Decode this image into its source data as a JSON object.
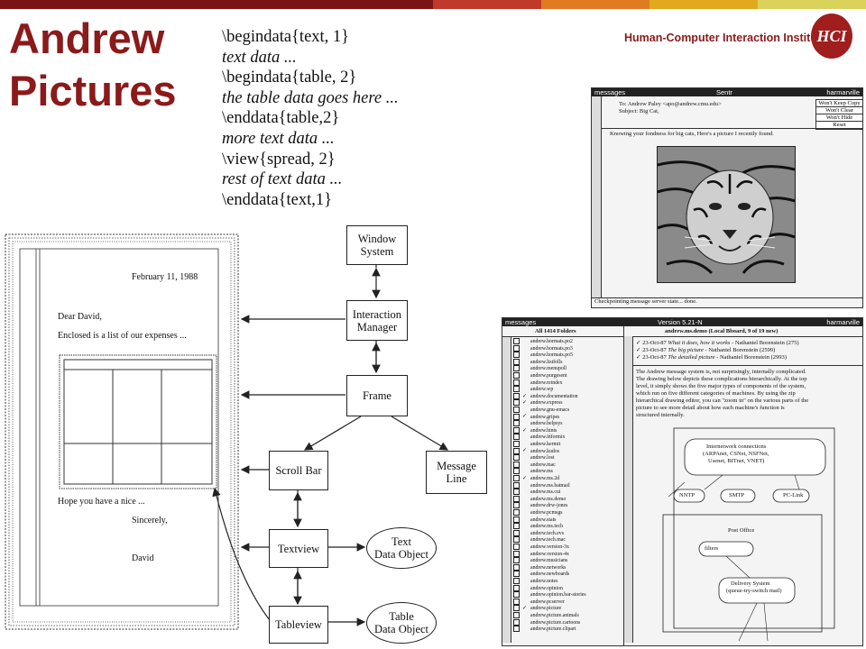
{
  "slide": {
    "title_line1": "Andrew",
    "title_line2": "Pictures",
    "institute": "Human-Computer Interaction Institute",
    "logo_text": "HCI",
    "topbar_colors": [
      "#7a1515",
      "#c0392b",
      "#e07b22",
      "#e3a91e",
      "#d9d35b"
    ]
  },
  "code_lines": [
    {
      "text": "\\begindata{text, 1}",
      "italic": false
    },
    {
      "text": "text data ...",
      "italic": true
    },
    {
      "text": "\\begindata{table, 2}",
      "italic": false
    },
    {
      "text": "the table data goes here ...",
      "italic": true
    },
    {
      "text": "\\enddata{table,2}",
      "italic": false
    },
    {
      "text": "more text data ...",
      "italic": true
    },
    {
      "text": "\\view{spread, 2}",
      "italic": false
    },
    {
      "text": "rest of text data ...",
      "italic": true
    },
    {
      "text": "\\enddata{text,1}",
      "italic": false
    }
  ],
  "letter": {
    "date": "February 11, 1988",
    "salutation": "Dear David,",
    "line1": "Enclosed is a list of our expenses ...",
    "closing1": "Hope you have a nice ...",
    "closing2": "Sincerely,",
    "signature": "David"
  },
  "diagram": {
    "window_system_l1": "Window",
    "window_system_l2": "System",
    "interaction_manager_l1": "Interaction",
    "interaction_manager_l2": "Manager",
    "frame": "Frame",
    "scroll_bar": "Scroll Bar",
    "message_line_l1": "Message",
    "message_line_l2": "Line",
    "textview": "Textview",
    "text_data_object_l1": "Text",
    "text_data_object_l2": "Data Object",
    "tableview": "Tableview",
    "table_data_object_l1": "Table",
    "table_data_object_l2": "Data Object"
  },
  "tiger_window": {
    "menubar_left": "messages",
    "menubar_center": "Sentr",
    "menubar_right": "harmarville",
    "to_line": "To: Andrew Paley <apo@andrew.cmu.edu>",
    "subject_line": "Subject: Big Cat,",
    "buttons": [
      "Won't Keep Copy",
      "Won't Clear",
      "Won't Hide",
      "Reset"
    ],
    "body_text": "Knowing your fondness for big cats, Here's a picture I recently found.",
    "status": "Checkpointing message server state... done."
  },
  "message_window": {
    "menubar_left": "messages",
    "menubar_center": "Version 5.21-N",
    "menubar_right": "harmarville",
    "folders_header": "All 1414 Folders",
    "caption_header": "andrew.ms.demo   (Local Bboard, 9 of 19 new)",
    "folders": [
      "andrew.hormats.po2",
      "andrew.hormats.po3",
      "andrew.hormats.po5",
      "andrew.listfolls",
      "andrew.menupoll",
      "andrew.purgesent",
      "andrew.reindex",
      "andrew.wp",
      "andrew.documentation",
      "andrew.express",
      "andrew.gnu-emacs",
      "andrew.gripes",
      "andrew.helpsys",
      "andrew.hints",
      "andrew.informix",
      "andrew.kermit",
      "andrew.kudos",
      "andrew.lost",
      "andrew.mac",
      "andrew.ms",
      "andrew.ms.2d",
      "andrew.ms.batmail",
      "andrew.ms.cui",
      "andrew.ms.demo",
      "andrew.drw-jones",
      "andrew.pcmsgs",
      "andrew.stats",
      "andrew.ms.tech",
      "andrew.tech.evs",
      "andrew.tech.mac",
      "andrew.version-3x",
      "andrew.version-4x",
      "andrew.musicians",
      "andrew.networks",
      "andrew.newboards",
      "andrew.notes",
      "andrew.opinion",
      "andrew.opinion.bar-stories",
      "andrew.pcserver",
      "andrew.picture",
      "andrew.picture.animals",
      "andrew.picture.cartoons",
      "andrew.picture.clipart"
    ],
    "captions": [
      {
        "date": "23-Oct-87",
        "title": "What it does, how it works",
        "author": "- Nathaniel Borenstein (275)"
      },
      {
        "date": "23-Oct-87",
        "title": "The big picture",
        "author": "- Nathaniel Borenstein (2599)"
      },
      {
        "date": "23-Oct-87",
        "title": "The detailed picture",
        "author": "- Nathaniel Borenstein (2993)"
      }
    ],
    "body_lines": [
      "The Andrew message system is, not surprisingly, internally complicated.",
      "The drawing below depicts these complications hierarchically. At the top",
      "level, it simply shows the five major types of components of the system,",
      "which run on five different categories of machines. By using the zip",
      "hierarchical drawing editor, you can \"zoom in\" on the various parts of the",
      "picture to see more detail about how each machine's function is",
      "structured internally."
    ],
    "internetwork_l1": "Internetwork connections",
    "internetwork_l2": "(ARPAnet, CSNet, NSFNet,",
    "internetwork_l3": "Usenet, BITnet, VNET)",
    "nntp": "NNTP",
    "smtp": "SMTP",
    "pclink": "PC-Link",
    "post_office": "Post Office",
    "filters": "filters",
    "delivery_l1": "Delivery System",
    "delivery_l2": "(queue-try-switch mail)"
  }
}
